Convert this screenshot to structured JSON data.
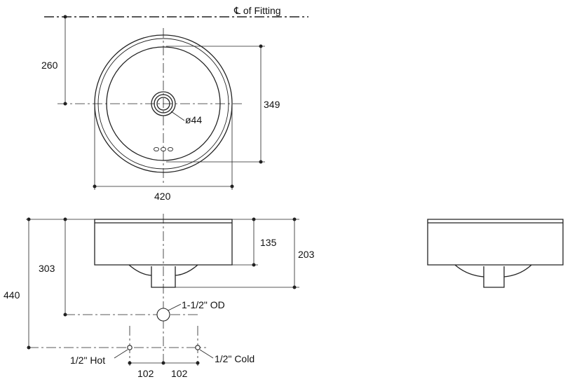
{
  "fitting_label": "℄ of Fitting",
  "top_view": {
    "dim_width": "420",
    "dim_depth": "349",
    "dim_offset_from_fitting": "260",
    "drain_diameter": "ø44"
  },
  "front_view": {
    "dim_height_bowl": "135",
    "dim_height_total": "203",
    "dim_waste_height": "303",
    "dim_supply_height": "440",
    "waste_label": "1-1/2\" OD",
    "hot_label": "1/2\" Hot",
    "cold_label": "1/2\" Cold",
    "dim_hot_spacing": "102",
    "dim_cold_spacing": "102"
  }
}
